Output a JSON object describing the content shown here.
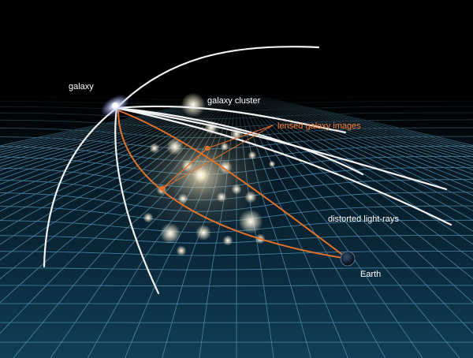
{
  "labels": {
    "galaxy": "galaxy",
    "galaxy_cluster": "galaxy cluster",
    "lensed_images": "lensed galaxy images",
    "distorted_rays": "distorted light-rays",
    "earth": "Earth"
  },
  "colors": {
    "background": "#000000",
    "grid": "#5fa3c6",
    "ray": "#f2f2f2",
    "lensed_path": "#e2722a",
    "label_text": "#ffffff",
    "label_accent": "#ff7f34"
  }
}
